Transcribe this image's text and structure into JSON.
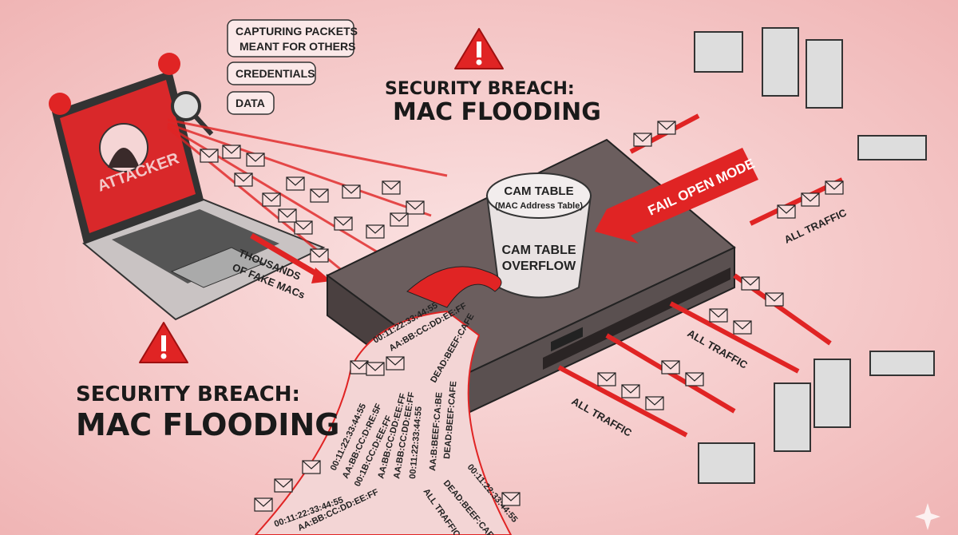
{
  "title": {
    "line1": "SECURITY BREACH:",
    "line2": "MAC FLOODING"
  },
  "attacker": {
    "label": "ATTACKER"
  },
  "callouts": [
    "CAPTURING PACKETS",
    "MEANT FOR OTHERS",
    "CREDENTIALS",
    "DATA"
  ],
  "flood_label": {
    "line1": "THOUSANDS",
    "line2": "OF FAKE MACs"
  },
  "cam": {
    "title": "CAM TABLE",
    "subtitle": "(MAC Address Table)",
    "overflow1": "CAM TABLE",
    "overflow2": "OVERFLOW"
  },
  "fail_open": "FAIL OPEN MODE",
  "traffic_labels": [
    "ALL TRAFFIC",
    "ALL TRAFFIC",
    "ALL TRAFFIC"
  ],
  "mac_addresses": [
    "00:11:22:33:44:55",
    "AA:BB:CC:DD:EE:FF",
    "DEAD:BEEF:CAFE",
    "00:11:22:33:44:55",
    "AA:BB:CC:D:RE:5F",
    "00:1B:CC:D:EE:FF",
    "AA:BB:CC:DD:EE:FF",
    "AA:BB:CC:DD:EE:FF",
    "00:11:22:33:44:55",
    "AA:B:BEEF:CA:BE",
    "DEAD:BEEF:CAFE",
    "00:11:22:33:44:55",
    "DEAD:BEEF:CAFE",
    "00:11:22:33:44:55",
    "AA:BB:CC:DD:EE:FF",
    "ALL TRAFFIC"
  ],
  "colors": {
    "accent": "#e02424",
    "background": "#f6cfcf",
    "switch": "#6b5e5e"
  }
}
